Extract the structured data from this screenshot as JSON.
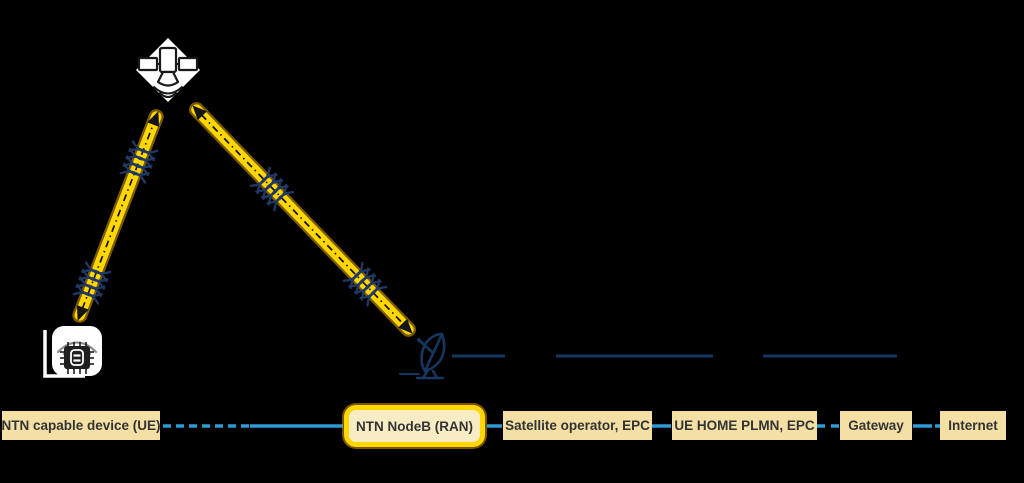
{
  "background": "#000000",
  "palette": {
    "arrow_yellow": "#FFD700",
    "arrow_glow": "#F7B500",
    "interference_navy": "#1F3864",
    "backhaul_navy": "#17365D",
    "connector_blue": "#2E9BD5",
    "box_fill": "#F4DFA4",
    "highlight_fill": "#F8ECC5",
    "highlight_border": "#FFD700",
    "text": "#333333"
  },
  "icons": {
    "satellite": "satellite-icon",
    "ue_device": "ue-device-icon",
    "ground_station": "ground-station-icon"
  },
  "links": {
    "service_link": "double-headed yellow arrow: UE to satellite",
    "feeder_link": "double-headed yellow arrow: satellite to ground station",
    "backhaul": "navy dashed line: ground station to right edge"
  },
  "chain": {
    "boxes": [
      {
        "label": "NTN capable device (UE)"
      },
      {
        "label": "NTN NodeB (RAN)"
      },
      {
        "label": "Satellite operator, EPC"
      },
      {
        "label": "UE HOME PLMN, EPC"
      },
      {
        "label": "Gateway"
      },
      {
        "label": "Internet"
      }
    ]
  }
}
